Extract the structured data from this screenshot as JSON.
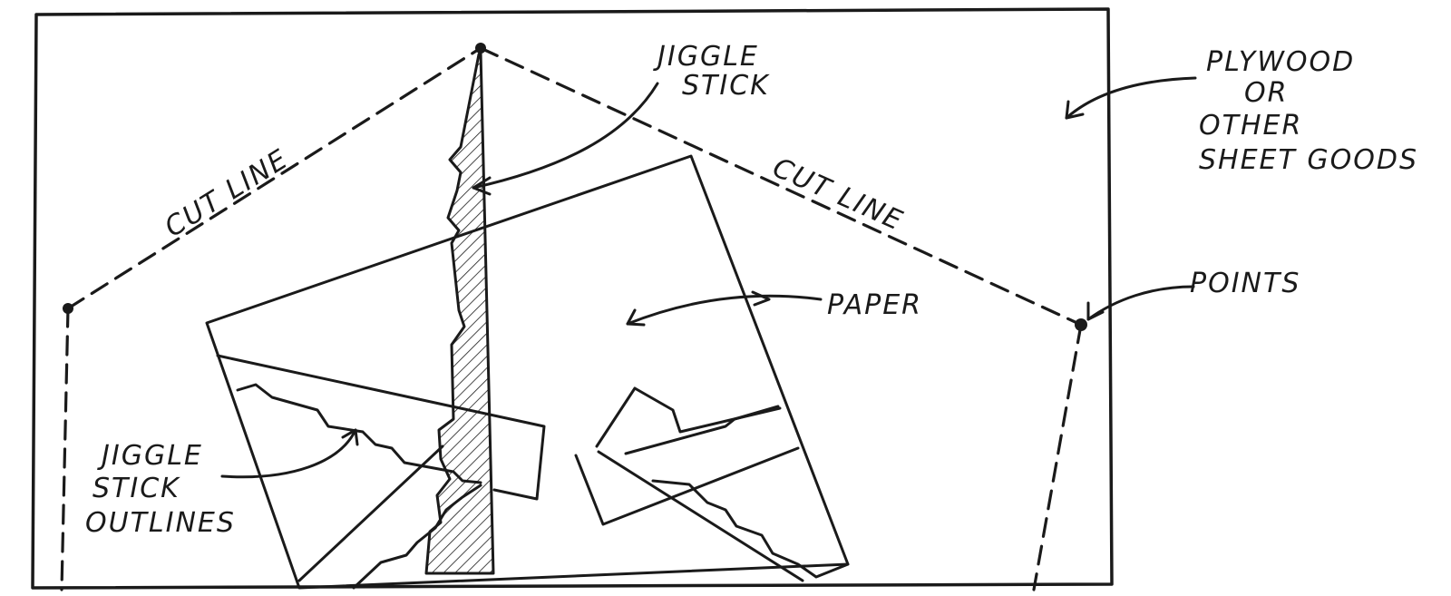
{
  "labels": {
    "cut_line_left": "CUT LINE",
    "cut_line_right": "CUT LINE",
    "jiggle_stick": [
      "JIGGLE",
      "STICK"
    ],
    "plywood": [
      "PLYWOOD",
      "OR",
      "OTHER",
      "SHEET GOODS"
    ],
    "points": "POINTS",
    "paper": "PAPER",
    "jiggle_stick_outlines": [
      "JIGGLE",
      "STICK",
      "OUTLINES"
    ]
  },
  "colors": {
    "ink": "#1a1a1a",
    "paper": "#ffffff"
  }
}
